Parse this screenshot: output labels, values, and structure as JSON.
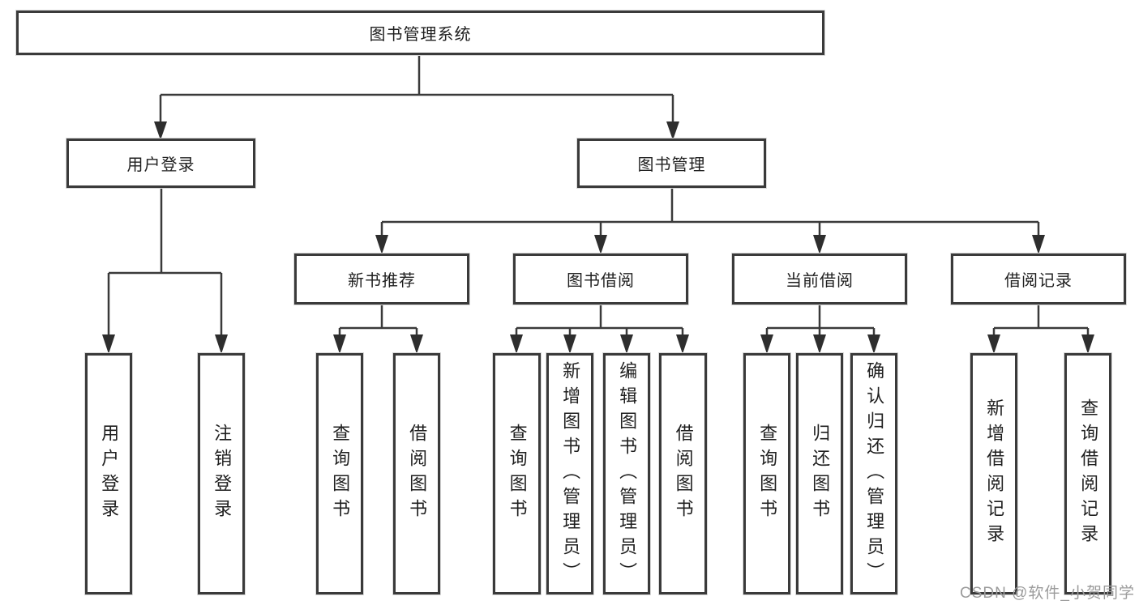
{
  "diagram": {
    "root": {
      "label": "图书管理系统"
    },
    "level2": [
      {
        "label": "用户登录"
      },
      {
        "label": "图书管理"
      }
    ],
    "level3": [
      {
        "label": "新书推荐"
      },
      {
        "label": "图书借阅"
      },
      {
        "label": "当前借阅"
      },
      {
        "label": "借阅记录"
      }
    ],
    "leaves": {
      "user_login": [
        {
          "label": "用户登录"
        },
        {
          "label": "注销登录"
        }
      ],
      "new_books": [
        {
          "label": "查询图书"
        },
        {
          "label": "借阅图书"
        }
      ],
      "book_borrow": [
        {
          "label": "查询图书"
        },
        {
          "label": "新增图书（管理员）"
        },
        {
          "label": "编辑图书（管理员）"
        },
        {
          "label": "借阅图书"
        }
      ],
      "current_borrow": [
        {
          "label": "查询图书"
        },
        {
          "label": "归还图书"
        },
        {
          "label": "确认归还（管理员）"
        }
      ],
      "borrow_records": [
        {
          "label": "新增借阅记录"
        },
        {
          "label": "查询借阅记录"
        }
      ]
    },
    "colors": {
      "line": "#3a3a3a",
      "text": "#1f1f1f",
      "watermark_text": "#9b9b9b"
    }
  },
  "watermark": "CSDN @软件_小贺同学"
}
